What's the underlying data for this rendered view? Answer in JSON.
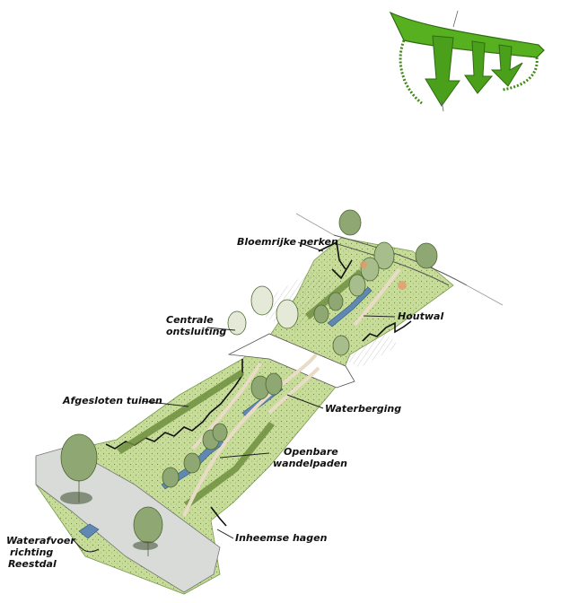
{
  "labels": {
    "bloemrijke_perken": "Bloemrijke perken",
    "centrale_1": "Centrale",
    "centrale_2": "ontsluiting",
    "houtwal": "Houtwal",
    "afgesloten_tuinen": "Afgesloten tuinen",
    "waterberging": "Waterberging",
    "openbare_1": "Openbare",
    "openbare_2": "wandelpaden",
    "inheemse_hagen": "Inheemse hagen",
    "waterafvoer_1": "Waterafvoer",
    "waterafvoer_2": "richting",
    "waterafvoer_3": "Reestdal"
  },
  "colors": {
    "grass": "#c8dd9a",
    "grass_dark": "#9cc06a",
    "road": "#d9dcd9",
    "tree": "#8fa873",
    "tree_light": "#e4ead7",
    "water": "#5f88b3",
    "path": "#e8dcc8",
    "arrow_green": "#56b01f"
  }
}
